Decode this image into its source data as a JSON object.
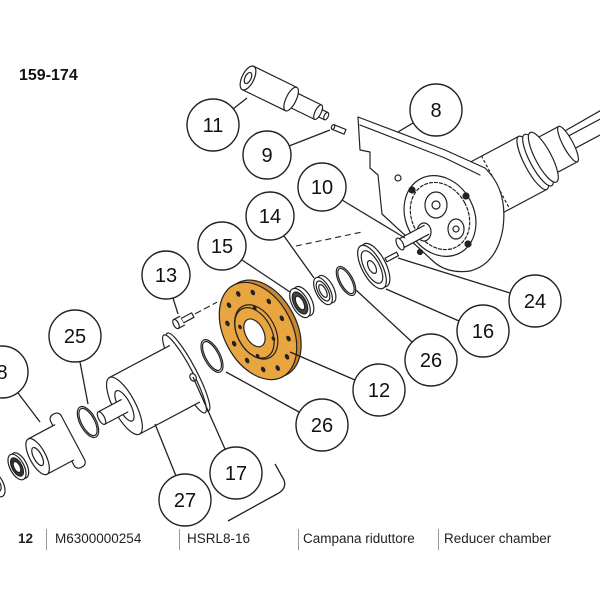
{
  "figure": {
    "page_range": "159-174"
  },
  "callouts": [
    {
      "label": "11"
    },
    {
      "label": "9"
    },
    {
      "label": "8"
    },
    {
      "label": "10"
    },
    {
      "label": "14"
    },
    {
      "label": "15"
    },
    {
      "label": "13"
    },
    {
      "label": "25"
    },
    {
      "label": "8"
    },
    {
      "label": "24"
    },
    {
      "label": "16"
    },
    {
      "label": "26"
    },
    {
      "label": "12"
    },
    {
      "label": "26"
    },
    {
      "label": "17"
    },
    {
      "label": "27"
    }
  ],
  "parts_table": {
    "row": {
      "pos": "12",
      "code": "M6300000254",
      "model": "HSRL8-16",
      "description_it": "Campana riduttore",
      "description_en": "Reducer chamber"
    }
  },
  "colors": {
    "highlight": "#E9A53F",
    "highlight_rim": "#C98630",
    "line": "#222222"
  }
}
